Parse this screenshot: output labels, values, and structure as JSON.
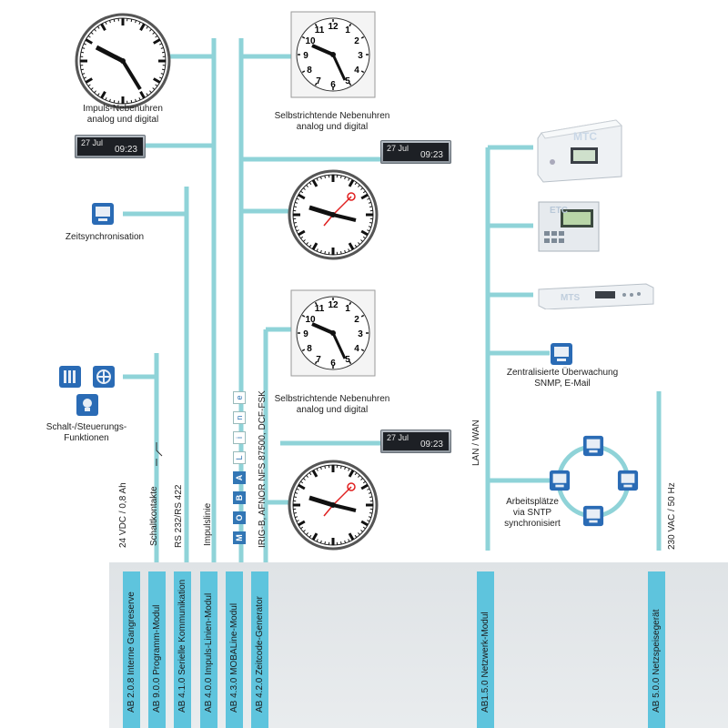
{
  "captions": {
    "impulse_clocks": "Impuls-Nebenuhren\nanalog und digital",
    "self_top": "Selbstrichtende Nebenuhren\nanalog und digital",
    "self_bottom": "Selbstrichtende Nebenuhren\nanalog und digital",
    "time_sync": "Zeitsynchronisation",
    "switch_control": "Schalt-/Steuerungs-\nFunktionen",
    "central_monitoring": "Zentralisierte Überwachung\nSNMP, E-Mail",
    "workstations": "Arbeitsplätze\nvia SNTP\nsynchronisiert"
  },
  "displays": [
    {
      "date": "27 Jul",
      "time": "09:23"
    },
    {
      "date": "27 Jul",
      "time": "09:23"
    },
    {
      "date": "27 Jul",
      "time": "09:23"
    }
  ],
  "bus_labels": {
    "power": "24 VDC / 0,8 Ah",
    "contacts": "Schaltkontakte",
    "serial": "RS 232/RS 422",
    "impulse": "Impulslinie",
    "timecode": "IRIG-B, AFNOR NFS 87500, DCF-FSK",
    "lan": "LAN / WAN",
    "mains": "230 VAC / 50 Hz"
  },
  "mobaline_letters": [
    "M",
    "O",
    "B",
    "A",
    "L",
    "i",
    "n",
    "e"
  ],
  "devices": {
    "mtc_label": "MTC",
    "etc_label": "ETC",
    "mts_label": "MTS"
  },
  "clock_numerals": [
    "12",
    "1",
    "2",
    "3",
    "4",
    "5",
    "6",
    "7",
    "8",
    "9",
    "10",
    "11"
  ],
  "modules": [
    "AB 2.0.8 Interne Gangreserve",
    "AB 9.0.0 Programm-Modul",
    "AB 4.1.0 Serielle Kommunikation",
    "AB 4.0.0 Impuls-Linien-Modul",
    "AB 4.3.0 MOBALine-Modul",
    "AB 4.2.0 Zeitcode-Generator",
    "AB1.5.0 Netzwerk-Modul",
    "AB 5.0.0 Netzspeisegerät"
  ],
  "colors": {
    "bus": "#8fd3d8",
    "module": "#5ec4dd",
    "panel": "#e3e6e9",
    "clock_second_hand": "#e02020",
    "moba_blue": "#3276b5"
  }
}
